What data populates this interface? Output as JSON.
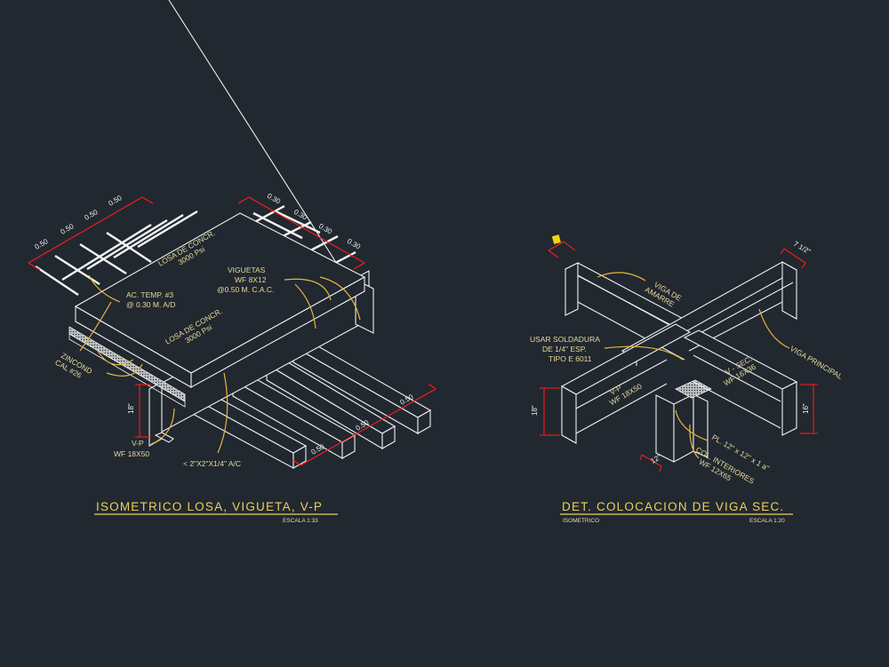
{
  "left_detail": {
    "title": "ISOMETRICO LOSA, VIGUETA, V-P",
    "scale": "ESCALA 1:33",
    "dims_top_left": [
      "0.50",
      "0.50",
      "0.50",
      "0.50"
    ],
    "dims_top_right": [
      "0.30",
      "0.30",
      "0.30",
      "0.30"
    ],
    "dims_bottom": [
      "0.50",
      "0.50",
      "0.50"
    ],
    "height_dim": "18\"",
    "labels": {
      "losa_top_1": "LOSA DE CONCR.",
      "losa_top_2": "3000 Psi",
      "acero_1": "AC. TEMP. #3",
      "acero_2": "@ 0.30 M. A/D",
      "vigueta_1": "VIGUETAS",
      "vigueta_2": "WF 8X12",
      "vigueta_3": "@0.50 M. C.A.C.",
      "losa_mid_1": "LOSA DE CONCR.",
      "losa_mid_2": "3000 Psi",
      "zinc_1": "ZINCOND",
      "zinc_2": "CAL #26",
      "vp_1": "V-P",
      "vp_2": "WF 18X50",
      "angle": "< 2\"X2\"X1/4\" A/C"
    }
  },
  "right_detail": {
    "title": "DET. COLOCACION DE VIGA SEC.",
    "subtitle_left": "ISOMETRICO",
    "scale": "ESCALA 1:20",
    "dim_top": "7 1/2\"",
    "dim_left": "18\"",
    "dim_right": "16\"",
    "dim_bottom": "12\"",
    "labels": {
      "amarre_1": "VIGA DE",
      "amarre_2": "AMARRE",
      "principal": "VIGA PRINCIPAL",
      "sold_1": "USAR SOLDADURA",
      "sold_2": "DE 1/4\" ESP.",
      "sold_3": "TIPO E 6011",
      "vp_1": "V-P",
      "vp_2": "WF 18X50",
      "vsec_1": "V - SEC.",
      "vsec_2": "WF 16X36",
      "plate": "PL. 12\" x 12\" x 1 a\"",
      "col_1": "COL. INTERIORES",
      "col_2": "WF 12X65"
    }
  }
}
